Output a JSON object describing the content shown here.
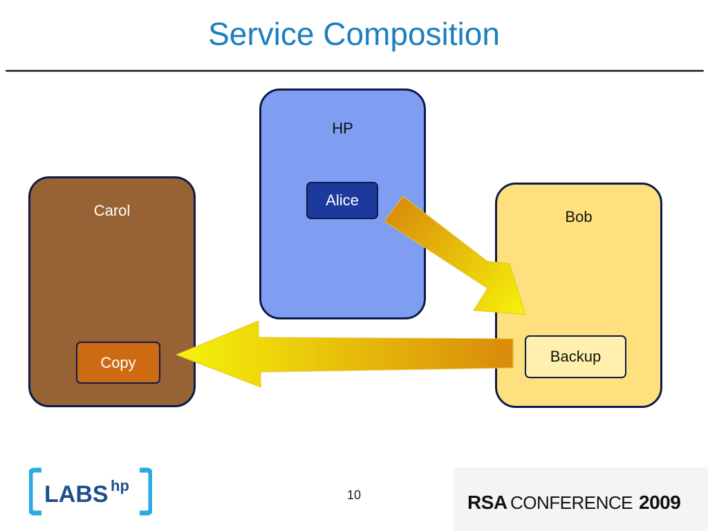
{
  "title": "Service Composition",
  "boxes": {
    "hp": {
      "label": "HP",
      "color": "#7f9ef2"
    },
    "carol": {
      "label": "Carol",
      "color": "#976335"
    },
    "bob": {
      "label": "Bob",
      "color": "#fee07e"
    }
  },
  "chips": {
    "alice": {
      "label": "Alice",
      "color": "#1c3a9c"
    },
    "copy": {
      "label": "Copy",
      "color": "#cc6b12"
    },
    "backup": {
      "label": "Backup",
      "color": "#fff0ad"
    }
  },
  "arrows": [
    {
      "from": "Alice",
      "to": "Backup"
    },
    {
      "from": "Backup",
      "to": "Copy"
    }
  ],
  "footer": {
    "page_number": "10",
    "logo_left": "LABS hp",
    "logo_right": "RSA CONFERENCE 2009"
  },
  "colors": {
    "title": "#1a7fc0",
    "arrow_start": "#d98a0a",
    "arrow_end": "#f5f20a"
  }
}
